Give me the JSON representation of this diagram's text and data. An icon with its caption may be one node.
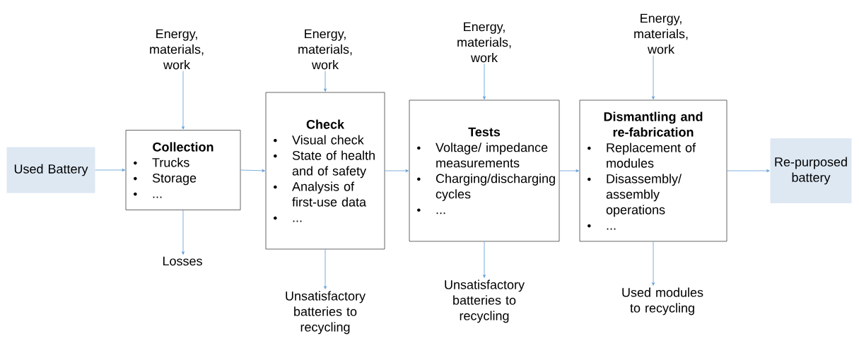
{
  "diagram": {
    "nodes": [
      {
        "text": [
          "Used Battery"
        ]
      },
      {
        "text": [
          "Collection",
          "Trucks",
          "Storage",
          "..."
        ]
      },
      {
        "text": [
          "Check",
          "Visual check",
          "State of health and of safety",
          "Analysis of first-use data",
          "..."
        ]
      },
      {
        "text": [
          "Tests",
          "Voltage/ impedance measurements",
          "Charging/discharging cycles",
          "..."
        ]
      },
      {
        "text": [
          "Dismantling and re-fabrication",
          "Replacement of modules",
          "Disassembly/ assembly operations",
          "..."
        ]
      },
      {
        "text": [
          "Re-purposed battery"
        ]
      },
      {
        "text": [
          "Energy, materials, work"
        ]
      },
      {
        "text": [
          "Energy, materials, work"
        ]
      },
      {
        "text": [
          "Energy, materials, work"
        ]
      },
      {
        "text": [
          "Energy, materials, work"
        ]
      },
      {
        "text": [
          "Losses"
        ]
      },
      {
        "text": [
          "Unsatisfactory batteries to recycling"
        ]
      },
      {
        "text": [
          "Unsatisfactory batteries to recycling"
        ]
      },
      {
        "text": [
          "Used modules to recycling"
        ]
      }
    ],
    "edges": [
      {
        "from": 0,
        "to": 1,
        "arrow": "to"
      },
      {
        "from": 1,
        "to": 2,
        "arrow": "to"
      },
      {
        "from": 2,
        "to": 3,
        "arrow": "to"
      },
      {
        "from": 3,
        "to": 4,
        "arrow": "to"
      },
      {
        "from": 4,
        "to": 5,
        "arrow": "to"
      },
      {
        "from": 6,
        "to": 1,
        "arrow": "to"
      },
      {
        "from": 7,
        "to": 2,
        "arrow": "to"
      },
      {
        "from": 8,
        "to": 3,
        "arrow": "to"
      },
      {
        "from": 9,
        "to": 4,
        "arrow": "to"
      },
      {
        "from": 1,
        "to": 10,
        "arrow": "to"
      },
      {
        "from": 2,
        "to": 11,
        "arrow": "to"
      },
      {
        "from": 3,
        "to": 12,
        "arrow": "to"
      },
      {
        "from": 4,
        "to": 13,
        "arrow": "to"
      }
    ]
  }
}
